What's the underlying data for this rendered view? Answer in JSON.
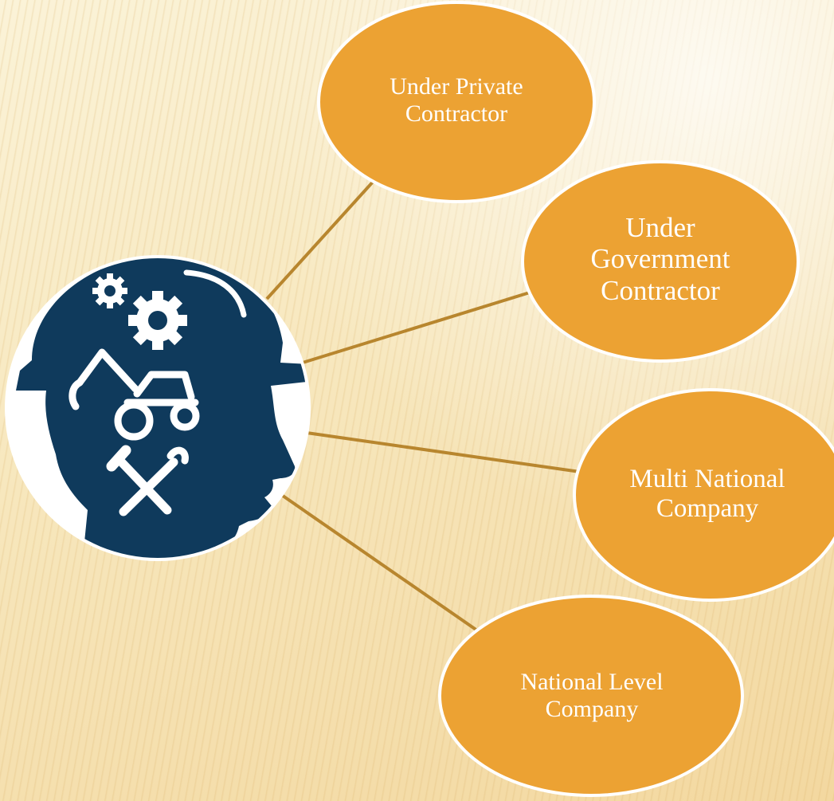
{
  "diagram": {
    "center": {
      "icon": "engineer-head-icon",
      "sub_icons": [
        "gears-icon",
        "excavator-tractor-icon",
        "crossed-tools-icon"
      ]
    },
    "nodes": [
      {
        "id": "private",
        "label": "Under Private\nContractor"
      },
      {
        "id": "government",
        "label": "Under\nGovernment\nContractor"
      },
      {
        "id": "multinational",
        "label": "Multi National\nCompany"
      },
      {
        "id": "national",
        "label": "National Level\nCompany"
      }
    ],
    "colors": {
      "node_fill": "#ECA233",
      "node_stroke": "#FFFFFF",
      "connector": "#B8862E",
      "icon_navy": "#0F3A5C",
      "node_text": "#FFFFFF"
    }
  }
}
